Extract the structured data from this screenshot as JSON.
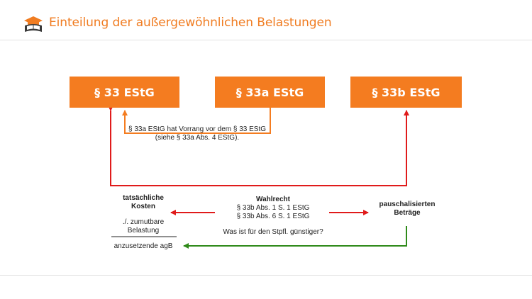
{
  "header": {
    "title": "Einteilung der außergewöhnlichen Belastungen",
    "logo_icon": "book-hat-icon"
  },
  "boxes": {
    "s33": "§ 33 EStG",
    "s33a": "§ 33a EStG",
    "s33b": "§ 33b EStG"
  },
  "note": {
    "line1": "§ 33a EStG hat Vorrang vor dem § 33 EStG",
    "line2": "(siehe § 33a Abs. 4 EStG)."
  },
  "left": {
    "title_line1": "tatsächliche",
    "title_line2": "Kosten",
    "minus_line1": "./. zumutbare",
    "minus_line2": "Belastung",
    "result": "anzusetzende agB"
  },
  "center": {
    "title": "Wahlrecht",
    "line1": "§ 33b Abs. 1 S. 1 EStG",
    "line2": "§ 33b Abs. 6 S. 1 EStG",
    "question": "Was ist für den Stpfl. günstiger?"
  },
  "right": {
    "line1": "pauschalisierten",
    "line2": "Beträge"
  },
  "colors": {
    "accent": "#f47c20",
    "red_arrow": "#e01b1b",
    "green_arrow": "#2f8a1a"
  }
}
